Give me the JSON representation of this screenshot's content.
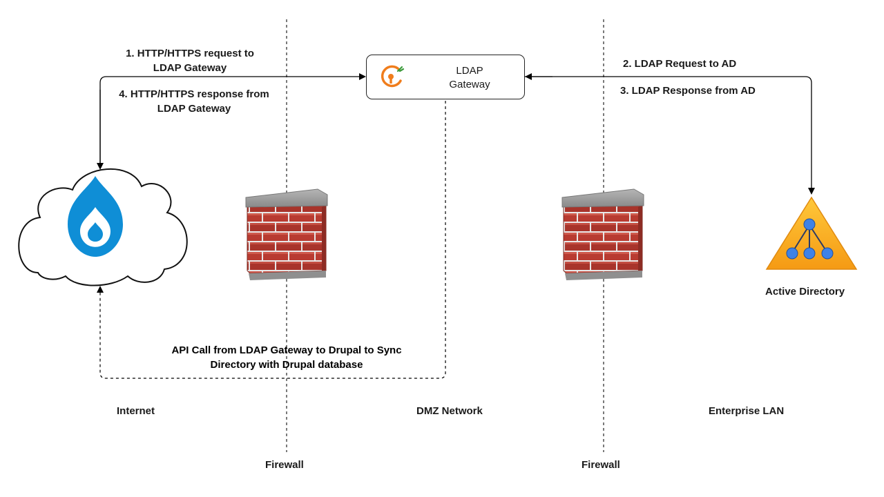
{
  "gateway": {
    "line1": "LDAP",
    "line2": "Gateway"
  },
  "flow": {
    "step1_line1": "1. HTTP/HTTPS request to",
    "step1_line2": "LDAP Gateway",
    "step4_line1": "4. HTTP/HTTPS response from",
    "step4_line2": "LDAP Gateway",
    "step2": "2. LDAP Request to AD",
    "step3": "3. LDAP Response from AD",
    "api_line1": "API Call from LDAP Gateway to Drupal to Sync",
    "api_line2": "Directory with Drupal database"
  },
  "active_directory": {
    "label": "Active Directory"
  },
  "zones": {
    "internet": "Internet",
    "dmz": "DMZ Network",
    "lan": "Enterprise LAN"
  },
  "firewalls": {
    "left": "Firewall",
    "right": "Firewall"
  },
  "icons": {
    "cloud": "cloud-icon",
    "drupal": "drupal-drop-icon",
    "gateway_logo": "keyhole-logo-icon",
    "firewall": "brick-wall-icon",
    "active_directory": "hierarchy-triangle-icon"
  },
  "colors": {
    "drupal_blue": "#0f8ed6",
    "gateway_orange": "#f07d1c",
    "brick_red": "#b23a30",
    "ad_orange": "#f5a01f",
    "ad_node_blue": "#3f82e6"
  }
}
